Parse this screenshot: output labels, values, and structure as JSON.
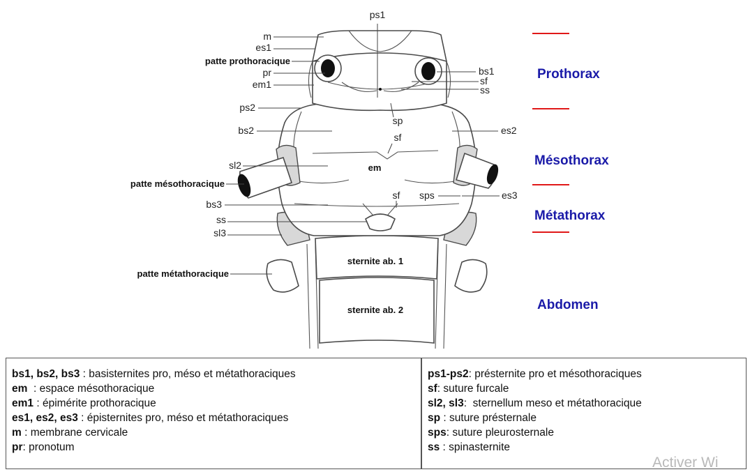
{
  "labels": {
    "ps1": "ps1",
    "m": "m",
    "es1": "es1",
    "patte_prothoracique": "patte prothoracique",
    "pr": "pr",
    "em1": "em1",
    "bs1": "bs1",
    "sf_top": "sf",
    "ss_top": "ss",
    "ps2": "ps2",
    "sp": "sp",
    "bs2": "bs2",
    "sf_mid": "sf",
    "es2": "es2",
    "sl2": "sl2",
    "em": "em",
    "patte_mesothoracique": "patte mésothoracique",
    "sf_low": "sf",
    "sps": "sps",
    "es3": "es3",
    "bs3": "bs3",
    "ss_low": "ss",
    "sl3": "sl3",
    "sternite_ab1": "sternite ab. 1",
    "patte_metathoracique": "patte métathoracique",
    "sternite_ab2": "sternite ab. 2"
  },
  "regions": {
    "prothorax": "Prothorax",
    "mesothorax": "Mésothorax",
    "metathorax": "Métathorax",
    "abdomen": "Abdomen"
  },
  "colors": {
    "region_text": "#1a1aa8",
    "divider": "#e01818"
  },
  "legend": {
    "left": [
      {
        "term": "bs1, bs2, bs3",
        "def": " : basisternites pro, méso et métathoraciques"
      },
      {
        "term": "em",
        "def": "  : espace mésothoracique"
      },
      {
        "term": "em1",
        "def": " : épimérite prothoracique"
      },
      {
        "term": "es1, es2, es3",
        "def": " : épisternites pro, méso et métathoraciques"
      },
      {
        "term": "m",
        "def": " : membrane cervicale"
      },
      {
        "term": "pr",
        "def": ": pronotum"
      }
    ],
    "right": [
      {
        "term": "ps1-ps2",
        "def": ": présternite pro et mésothoraciques"
      },
      {
        "term": "sf",
        "def": ": suture furcale"
      },
      {
        "term": "sl2, sl3",
        "def": ":  sternellum meso et métathoracique"
      },
      {
        "term": "sp",
        "def": " : suture présternale"
      },
      {
        "term": "sps",
        "def": ": suture pleurosternale"
      },
      {
        "term": "ss",
        "def": " : spinasternite"
      }
    ]
  },
  "watermark": "Activer Wi"
}
